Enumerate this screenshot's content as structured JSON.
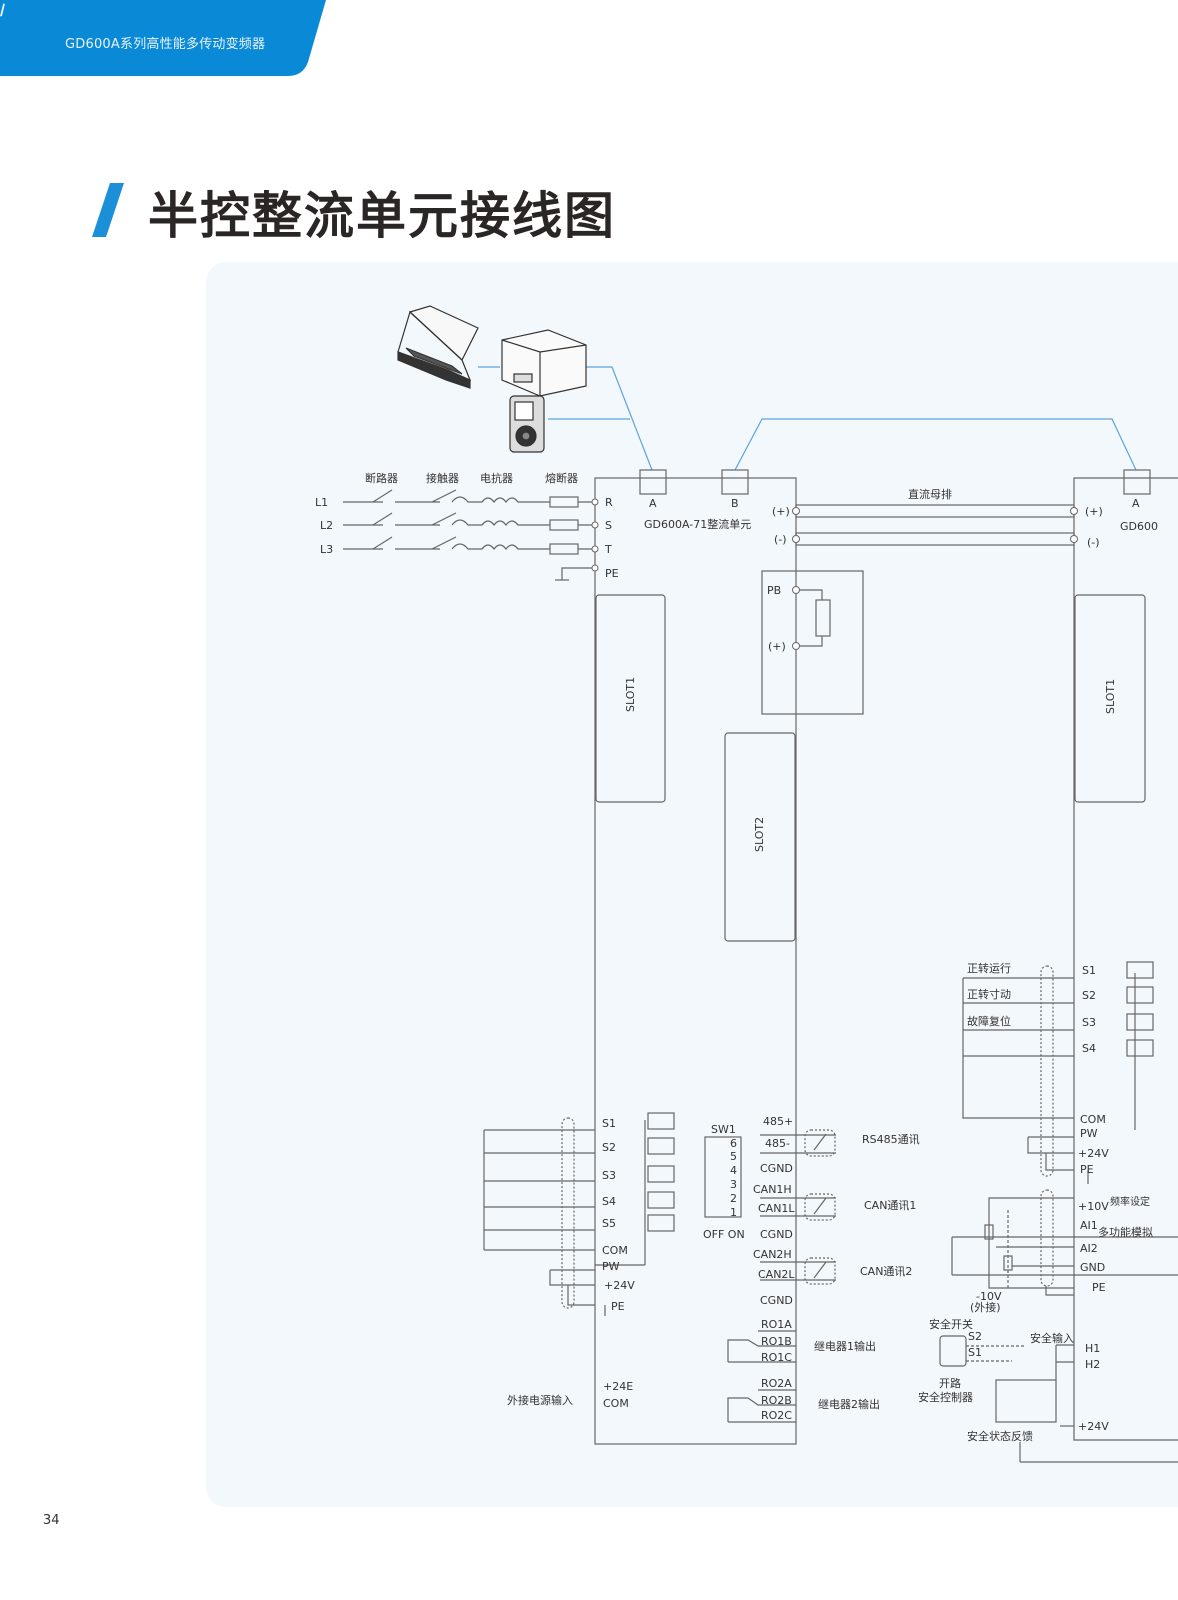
{
  "header": {
    "brand_text": "GD600A系列高性能多传动变频器",
    "brand_color": "#0a8ad6"
  },
  "page": {
    "title": "半控整流单元接线图",
    "number": "34",
    "accent_color": "#1b8fd8",
    "panel_color": "#f3f8fd"
  },
  "diagram": {
    "input_components": [
      "断路器",
      "接触器",
      "电抗器",
      "熔断器"
    ],
    "phases": [
      "L1",
      "L2",
      "L3"
    ],
    "rectifier": {
      "name": "GD600A-71整流单元",
      "ports": [
        "A",
        "B"
      ],
      "power_terminals": [
        "R",
        "S",
        "T",
        "PE"
      ],
      "dc_terminals": [
        "(+)",
        "(-)"
      ],
      "brake_terminals": [
        "PB",
        "(+)"
      ],
      "slots": [
        "SLOT1",
        "SLOT2"
      ],
      "digital_inputs": [
        "S1",
        "S2",
        "S3",
        "S4",
        "S5"
      ],
      "common_terminals": [
        "COM",
        "PW",
        "+24V",
        "PE"
      ],
      "external_power": {
        "label": "外接电源输入",
        "terminals": [
          "+24E",
          "COM"
        ]
      },
      "switch": {
        "name": "SW1",
        "positions": [
          "6",
          "5",
          "4",
          "3",
          "2",
          "1"
        ],
        "legend": "OFF ON"
      },
      "comm_terminals": [
        {
          "pins": [
            "485+",
            "485-"
          ],
          "ground": "CGND",
          "label": "RS485通讯"
        },
        {
          "pins": [
            "CAN1H",
            "CAN1L"
          ],
          "ground": "CGND",
          "label": "CAN通讯1"
        },
        {
          "pins": [
            "CAN2H",
            "CAN2L"
          ],
          "ground": "CGND",
          "label": "CAN通讯2"
        }
      ],
      "relays": [
        {
          "pins": [
            "RO1A",
            "RO1B",
            "RO1C"
          ],
          "label": "继电器1输出"
        },
        {
          "pins": [
            "RO2A",
            "RO2B",
            "RO2C"
          ],
          "label": "继电器2输出"
        }
      ]
    },
    "dc_bus": {
      "label": "直流母排"
    },
    "inverter": {
      "name_partial": "GD600",
      "port": "A",
      "dc_terminals": [
        "(+)",
        "(-)"
      ],
      "slot": "SLOT1",
      "digital_inputs": [
        {
          "terminal": "S1",
          "function": "正转运行"
        },
        {
          "terminal": "S2",
          "function": "正转寸动"
        },
        {
          "terminal": "S3",
          "function": "故障复位"
        },
        {
          "terminal": "S4",
          "function": ""
        }
      ],
      "common_terminals": [
        "COM",
        "PW",
        "+24V",
        "PE"
      ],
      "analog_terminals": [
        "+10V",
        "AI1",
        "AI2",
        "GND",
        "PE"
      ],
      "analog_labels": [
        "频率设定",
        "多功能模拟"
      ],
      "neg_ref": [
        "-10V",
        "(外接)"
      ],
      "safety": {
        "switch_label": "安全开关",
        "switch_contacts": [
          "S2",
          "S1"
        ],
        "open_label": "开路",
        "controller_label": "安全控制器",
        "input_label": "安全输入",
        "input_terminals": [
          "H1",
          "H2"
        ],
        "supply": "+24V",
        "feedback_label": "安全状态反馈"
      }
    }
  }
}
